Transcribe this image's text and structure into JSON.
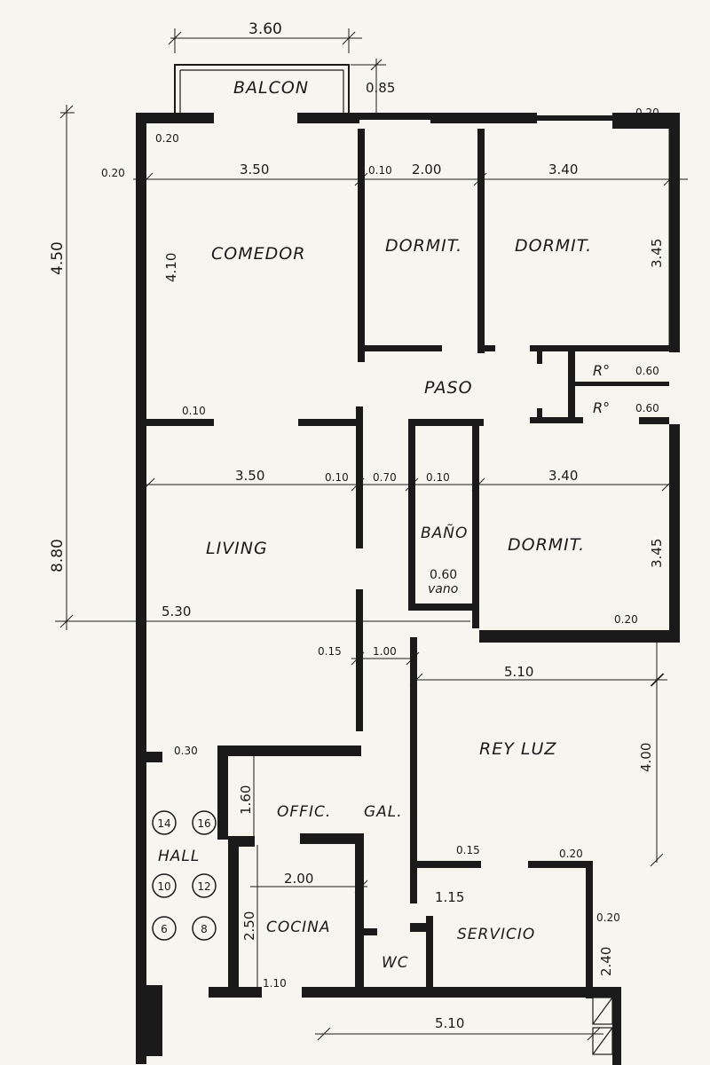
{
  "rooms": {
    "balcon": "BALCON",
    "comedor": "COMEDOR",
    "dormit_1": "DORMIT.",
    "dormit_2": "DORMIT.",
    "paso": "PASO",
    "r1": "R°",
    "r2": "R°",
    "living": "LIVING",
    "bano": "BAÑO",
    "dormit_3": "DORMIT.",
    "vano_label": "vano",
    "rey_luz": "REY LUZ",
    "offic": "OFFIC.",
    "gal": "GAL.",
    "hall": "HALL",
    "cocina": "COCINA",
    "wc": "WC",
    "servicio": "SERVICIO"
  },
  "dimensions": {
    "balcon_width": "3.60",
    "balcon_depth": "0.85",
    "top_right_wall": "0.20",
    "total_height_upper": "4.50",
    "total_height_lower": "8.80",
    "wall_left_top": "0.20",
    "wall_left_side": "0.20",
    "comedor_width": "3.50",
    "comedor_height": "4.10",
    "wall_10_a": "0.10",
    "dormit_small_width": "2.00",
    "dormit_big_width": "3.40",
    "dormit_big_height": "3.45",
    "r1_width": "0.60",
    "r2_width": "0.60",
    "wall_10_b": "0.10",
    "living_width": "3.50",
    "wall_10_c": "0.10",
    "paso_width": "0.70",
    "wall_10_d": "0.10",
    "dormit_3_width": "3.40",
    "dormit_3_height": "3.45",
    "bano_vano": "0.60",
    "overall_width": "5.30",
    "wall_20_e": "0.20",
    "wall_15_a": "0.15",
    "opening_100": "1.00",
    "rey_luz_width": "5.10",
    "rey_luz_height": "4.00",
    "hall_wall": "0.30",
    "offic_height": "1.60",
    "wall_15_b": "0.15",
    "wall_20_f": "0.20",
    "cocina_width": "2.00",
    "servicio_opening": "1.15",
    "wall_20_g": "0.20",
    "cocina_height": "2.50",
    "servicio_height": "2.40",
    "cocina_door": "1.10",
    "bottom_width": "5.10"
  },
  "hall_units": [
    "14",
    "16",
    "10",
    "12",
    "6",
    "8"
  ]
}
